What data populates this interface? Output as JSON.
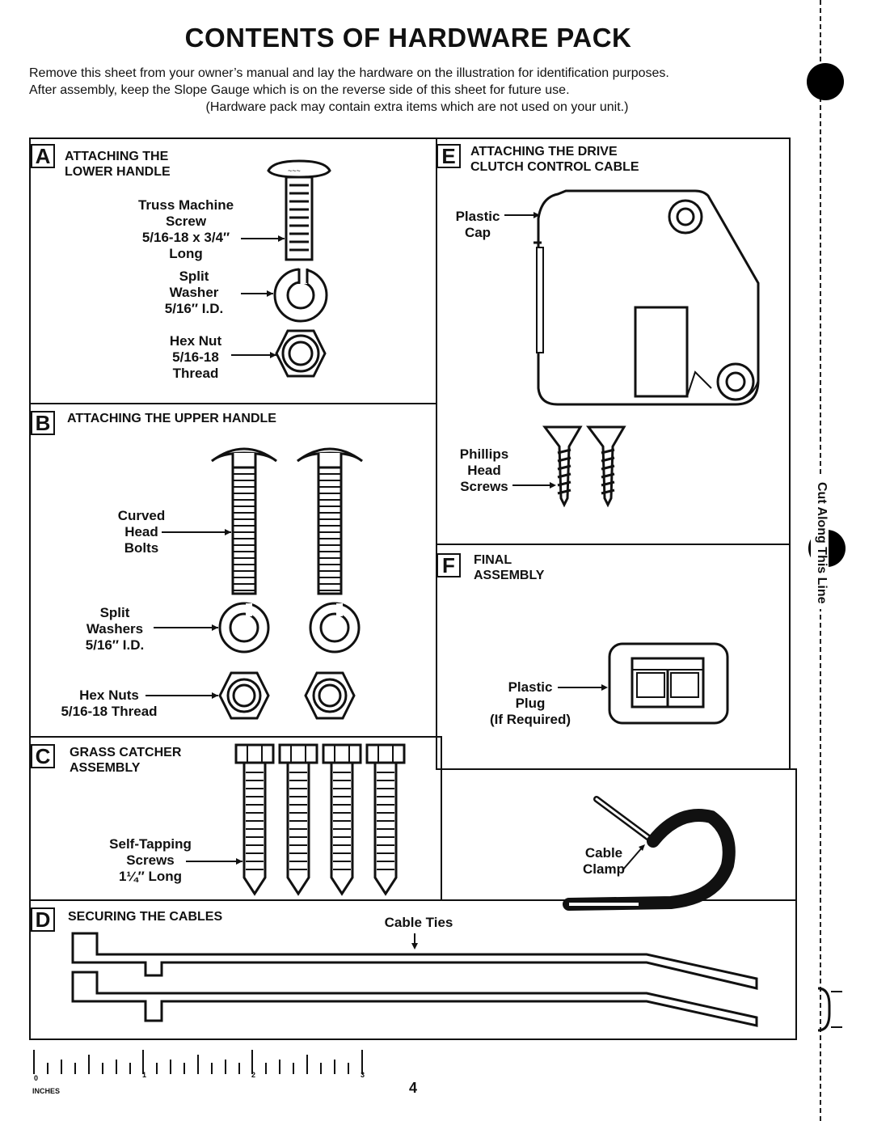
{
  "title": "CONTENTS OF HARDWARE PACK",
  "intro": {
    "line1": "Remove this sheet from your owner’s manual and lay the hardware on the illustration for identification purposes.",
    "line2": "After assembly, keep the Slope Gauge which is on the reverse side of this sheet for future use.",
    "note": "(Hardware pack may contain extra items which are not used on your unit.)"
  },
  "cut_line_text": "Cut Along This Line",
  "sections": {
    "a": {
      "letter": "A",
      "title": "ATTACHING THE\nLOWER HANDLE",
      "screw_label": "Truss Machine\nScrew\n5/16-18 x 3/4″\nLong",
      "washer_label": "Split\nWasher\n5/16″ I.D.",
      "nut_label": "Hex Nut\n5/16-18\nThread"
    },
    "b": {
      "letter": "B",
      "title": "ATTACHING THE UPPER HANDLE",
      "bolts_label": "Curved\nHead\nBolts",
      "washers_label": "Split\nWashers\n5/16″ I.D.",
      "nuts_label": "Hex Nuts\n5/16-18 Thread"
    },
    "c": {
      "letter": "C",
      "title": "GRASS CATCHER\nASSEMBLY",
      "screws_label": "Self-Tapping\nScrews\n1¼″ Long"
    },
    "d": {
      "letter": "D",
      "title": "SECURING THE CABLES",
      "ties_label": "Cable Ties"
    },
    "e": {
      "letter": "E",
      "title": "ATTACHING THE DRIVE\nCLUTCH CONTROL CABLE",
      "cap_label": "Plastic\nCap",
      "screws_label": "Phillips\nHead\nScrews"
    },
    "f": {
      "letter": "F",
      "title": "FINAL\nASSEMBLY",
      "plug_label": "Plastic\nPlug\n(If Required)"
    },
    "clamp": {
      "label": "Cable\nClamp"
    }
  },
  "ruler": {
    "ticks": [
      "0",
      "1",
      "2",
      "3"
    ],
    "unit": "INCHES"
  },
  "page_number": "4"
}
